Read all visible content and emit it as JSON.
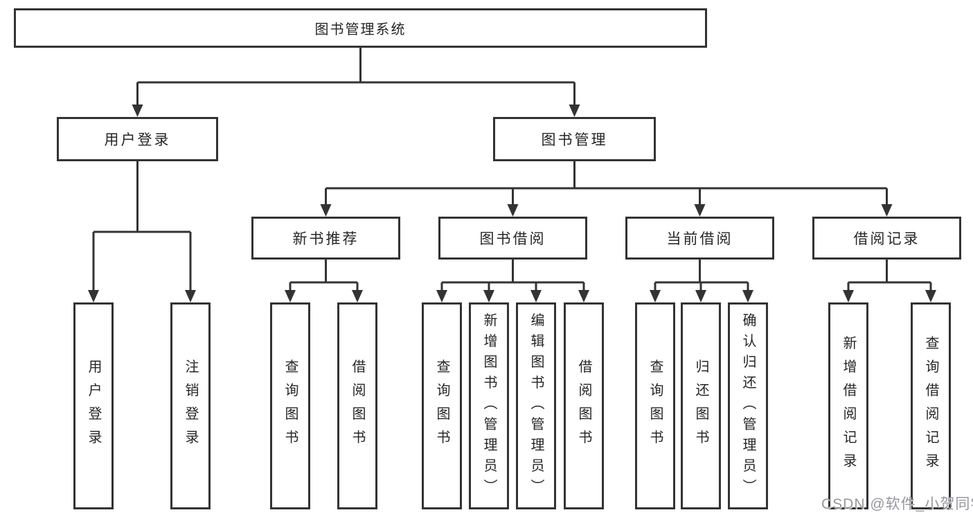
{
  "diagram": {
    "root": {
      "label": "图书管理系统"
    },
    "children": [
      {
        "label": "用户登录",
        "children": [
          {
            "label": "用户登录"
          },
          {
            "label": "注销登录"
          }
        ]
      },
      {
        "label": "图书管理",
        "children": [
          {
            "label": "新书推荐",
            "children": [
              {
                "label": "查询图书"
              },
              {
                "label": "借阅图书"
              }
            ]
          },
          {
            "label": "图书借阅",
            "children": [
              {
                "label": "查询图书"
              },
              {
                "label": "新增图书（管理员）"
              },
              {
                "label": "编辑图书（管理员）"
              },
              {
                "label": "借阅图书"
              }
            ]
          },
          {
            "label": "当前借阅",
            "children": [
              {
                "label": "查询图书"
              },
              {
                "label": "归还图书"
              },
              {
                "label": "确认归还（管理员）"
              }
            ]
          },
          {
            "label": "借阅记录",
            "children": [
              {
                "label": "新增借阅记录"
              },
              {
                "label": "查询借阅记录"
              }
            ]
          }
        ]
      }
    ]
  },
  "watermark": {
    "text": "CSDN @软件_小贺同学"
  },
  "colors": {
    "line": "#333333",
    "border": "#333333",
    "text": "#262626",
    "watermark": "#97979b",
    "background": "#ffffff"
  }
}
